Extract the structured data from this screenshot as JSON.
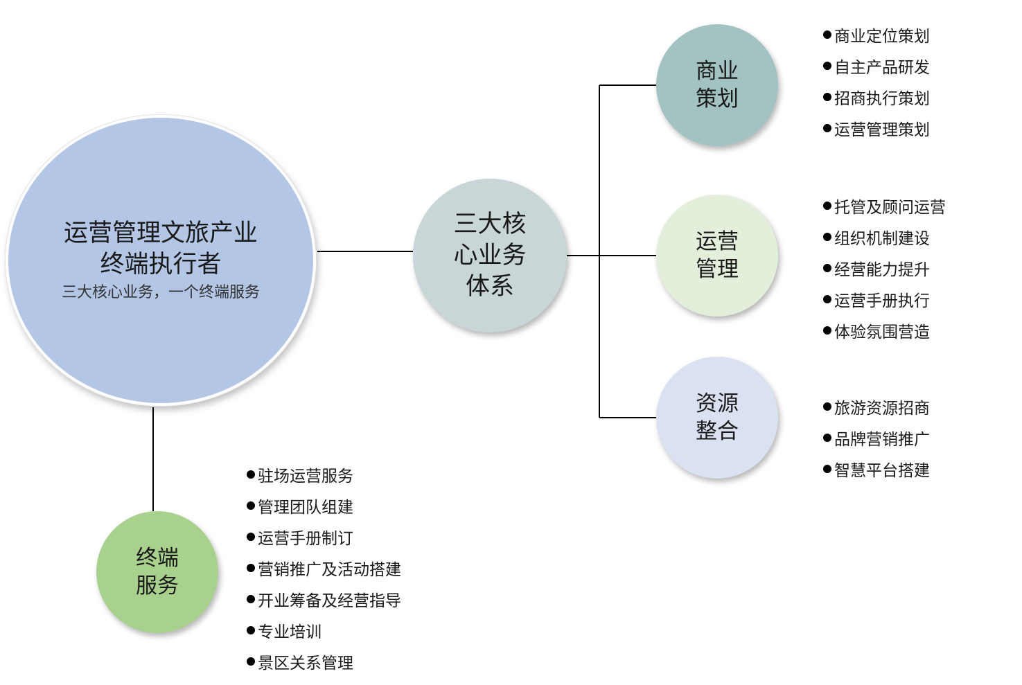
{
  "main": {
    "title": "运营管理文旅产业终端执行者",
    "subtitle": "三大核心业务，一个终端服务"
  },
  "core": {
    "label": "三大核心业务体系"
  },
  "branches": {
    "commercial": {
      "label": "商业策划",
      "items": [
        "商业定位策划",
        "自主产品研发",
        "招商执行策划",
        "运营管理策划"
      ]
    },
    "operation": {
      "label": "运营管理",
      "items": [
        "托管及顾问运营",
        "组织机制建设",
        "经营能力提升",
        "运营手册执行",
        "体验氛围营造"
      ]
    },
    "resource": {
      "label": "资源整合",
      "items": [
        "旅游资源招商",
        "品牌营销推广",
        "智慧平台搭建"
      ]
    }
  },
  "terminal": {
    "label": "终端服务",
    "items": [
      "驻场运营服务",
      "管理团队组建",
      "运营手册制订",
      "营销推广及活动搭建",
      "开业筹备及经营指导",
      "专业培训",
      "景区关系管理"
    ]
  },
  "colors": {
    "main_fill": "#b3c6e6",
    "core_fill": "#c9d6d8",
    "commercial_fill": "#a3c2c2",
    "operation_fill": "#e3efdb",
    "resource_fill": "#dae2f2",
    "terminal_fill": "#a9d18e",
    "connector": "#000000"
  }
}
